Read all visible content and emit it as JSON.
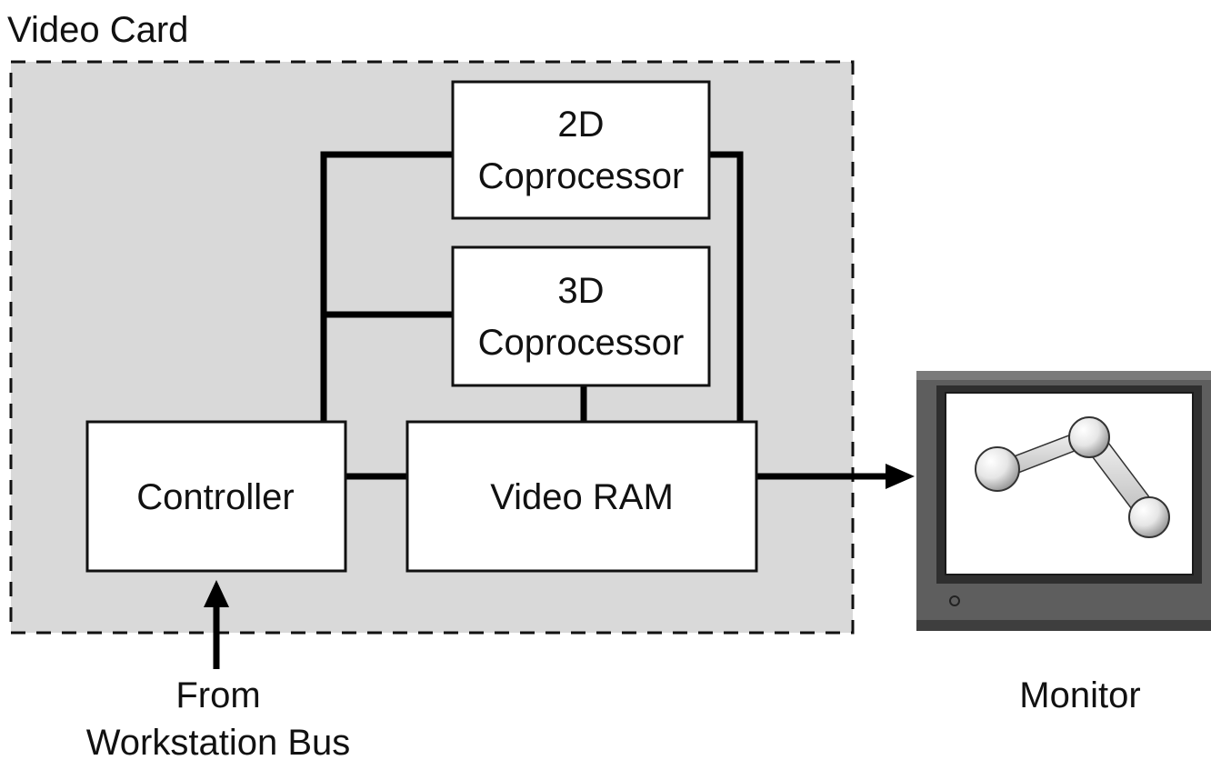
{
  "title": "Video Card",
  "blocks": {
    "coproc_2d": {
      "line1": "2D",
      "line2": "Coprocessor"
    },
    "coproc_3d": {
      "line1": "3D",
      "line2": "Coprocessor"
    },
    "controller": "Controller",
    "video_ram": "Video RAM"
  },
  "bus_label": {
    "line1": "From",
    "line2": "Workstation Bus"
  },
  "monitor_label": "Monitor",
  "colors": {
    "card_fill": "#d9d9d9",
    "box_fill": "#ffffff",
    "line": "#000000",
    "monitor_body": "#5a5a5a",
    "monitor_bezel": "#3e3e3e"
  }
}
